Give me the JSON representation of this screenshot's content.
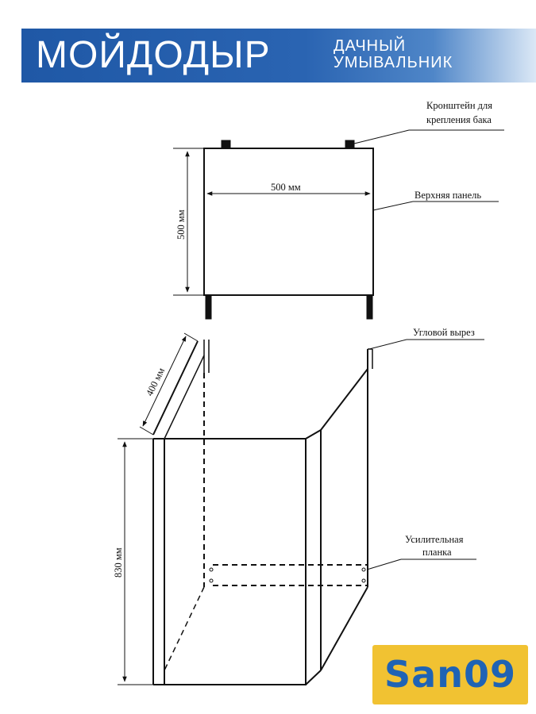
{
  "header": {
    "title": "МОЙДОДЫР",
    "subtitle_line1": "ДАЧНЫЙ",
    "subtitle_line2": "УМЫВАЛЬНИК"
  },
  "labels": {
    "bracket_line1": "Кронштейн для",
    "bracket_line2": "крепления бака",
    "top_panel": "Верхняя панель",
    "corner_cut": "Угловой вырез",
    "strip_line1": "Усилительная",
    "strip_line2": "планка"
  },
  "dimensions": {
    "panel_width": "500 мм",
    "panel_height": "500 мм",
    "depth": "400 мм",
    "height": "830 мм"
  },
  "logo": {
    "text": "San09"
  },
  "colors": {
    "banner": "#1f58a6",
    "logo_bg": "#f1c232",
    "logo_text": "#1f63b4"
  }
}
